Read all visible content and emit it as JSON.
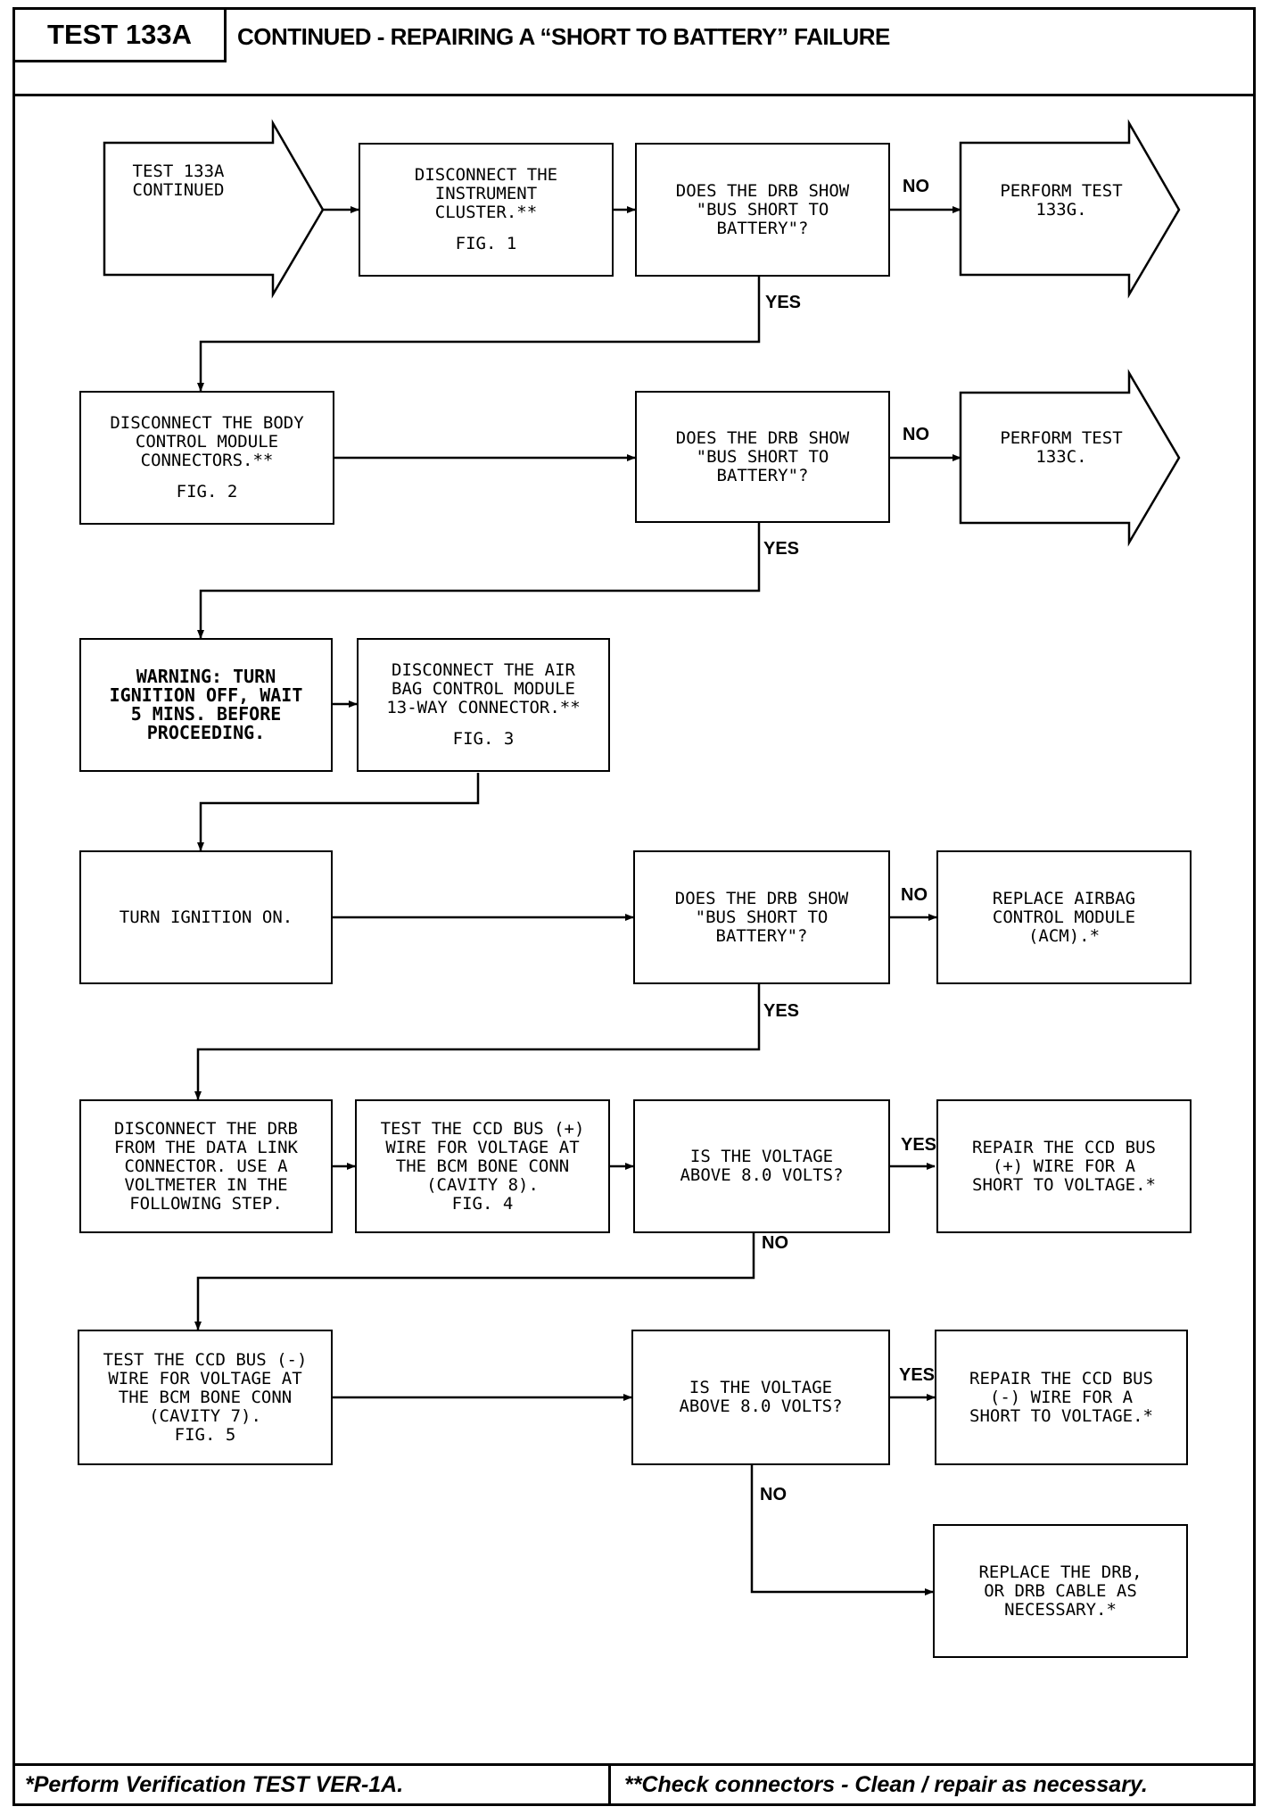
{
  "header": {
    "test_id": "TEST 133A",
    "title": "CONTINUED - REPAIRING A “SHORT TO BATTERY” FAILURE"
  },
  "nodes": {
    "start": "TEST 133A\nCONTINUED",
    "disc_cluster": "DISCONNECT THE\nINSTRUMENT\nCLUSTER.**",
    "disc_cluster_fig": "FIG. 1",
    "q1": "DOES THE DRB SHOW\n\"BUS SHORT TO\nBATTERY\"?",
    "perf_133g": "PERFORM TEST\n133G.",
    "disc_bcm": "DISCONNECT THE BODY\nCONTROL MODULE\nCONNECTORS.**",
    "disc_bcm_fig": "FIG. 2",
    "q2": "DOES THE DRB SHOW\n\"BUS SHORT TO\nBATTERY\"?",
    "perf_133c": "PERFORM TEST\n133C.",
    "warning": "WARNING: TURN\nIGNITION OFF, WAIT\n5 MINS. BEFORE\nPROCEEDING.",
    "disc_acm": "DISCONNECT THE AIR\nBAG CONTROL MODULE\n13-WAY CONNECTOR.**",
    "disc_acm_fig": "FIG. 3",
    "ign_on": "TURN IGNITION ON.",
    "q3": "DOES THE DRB SHOW\n\"BUS SHORT TO\nBATTERY\"?",
    "replace_acm": "REPLACE AIRBAG\nCONTROL MODULE\n(ACM).*",
    "disc_drb": "DISCONNECT THE DRB\nFROM THE DATA LINK\nCONNECTOR. USE A\nVOLTMETER IN THE\nFOLLOWING STEP.",
    "test_plus": "TEST THE CCD BUS (+)\nWIRE FOR VOLTAGE AT\nTHE BCM BONE CONN\n(CAVITY 8).\nFIG. 4",
    "q4": "IS THE VOLTAGE\nABOVE 8.0 VOLTS?",
    "repair_plus": "REPAIR THE CCD BUS\n(+) WIRE FOR A\nSHORT TO VOLTAGE.*",
    "test_minus": "TEST THE CCD BUS (-)\nWIRE FOR VOLTAGE AT\nTHE BCM BONE CONN\n(CAVITY 7).\nFIG. 5",
    "q5": "IS THE VOLTAGE\nABOVE 8.0 VOLTS?",
    "repair_minus": "REPAIR THE CCD BUS\n(-) WIRE FOR A\nSHORT TO VOLTAGE.*",
    "replace_drb": "REPLACE THE DRB,\nOR DRB CABLE AS\nNECESSARY.*"
  },
  "labels": {
    "yes": "YES",
    "no": "NO"
  },
  "footer": {
    "left": "*Perform Verification TEST VER-1A.",
    "right": "**Check connectors - Clean / repair as necessary."
  }
}
